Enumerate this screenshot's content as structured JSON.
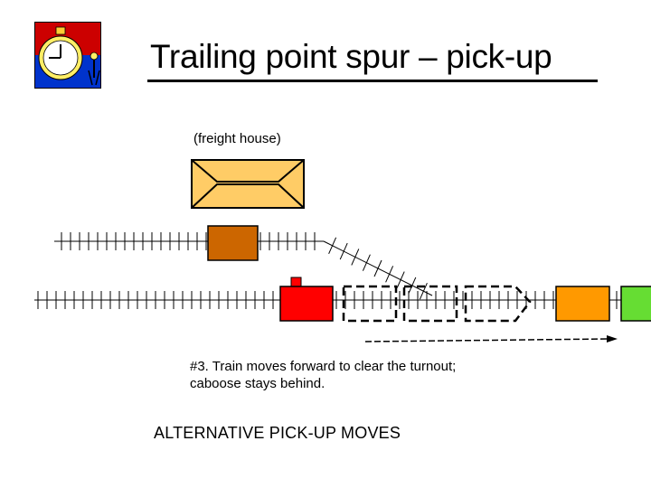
{
  "slide": {
    "title": "Trailing point spur – pick-up",
    "freight_house_label": "(freight house)",
    "caption_line1": "#3.  Train moves forward to clear the turnout;",
    "caption_line2": "caboose stays behind.",
    "footer": "ALTERNATIVE PICK-UP MOVES"
  },
  "icons": {
    "logo": "stopwatch-icon"
  },
  "colors": {
    "freight_house": "#ffcc66",
    "spur_car": "#cc6600",
    "locomotive": "#ff0000",
    "orange_car": "#ff9900",
    "green_car": "#66dd33",
    "logo_top": "#cc0000",
    "logo_bottom": "#0033cc"
  }
}
